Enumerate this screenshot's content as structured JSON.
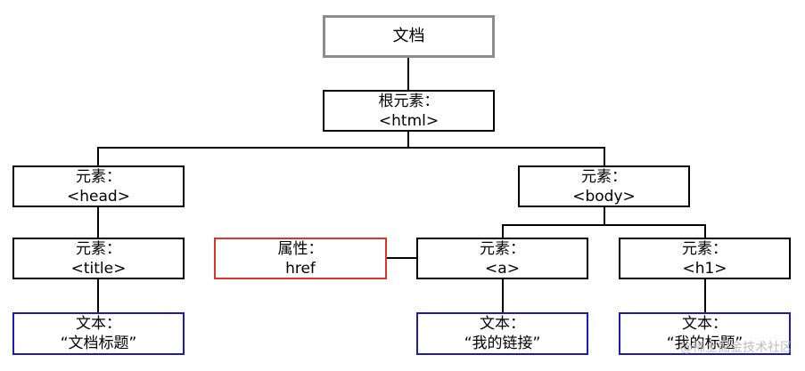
{
  "tree": {
    "document": {
      "label": "文档"
    },
    "root_element": {
      "line1": "根元素：",
      "line2": "<html>"
    },
    "head": {
      "line1": "元素：",
      "line2": "<head>"
    },
    "body": {
      "line1": "元素：",
      "line2": "<body>"
    },
    "title": {
      "line1": "元素：",
      "line2": "<title>"
    },
    "attribute": {
      "line1": "属性：",
      "line2": "href"
    },
    "a": {
      "line1": "元素：",
      "line2": "<a>"
    },
    "h1": {
      "line1": "元素：",
      "line2": "<h1>"
    },
    "title_text": {
      "line1": "文本：",
      "line2": "“文档标题”"
    },
    "link_text": {
      "line1": "文本：",
      "line2": "“我的链接”"
    },
    "h1_text": {
      "line1": "文本：",
      "line2": "“我的标题”"
    }
  },
  "colors": {
    "root_border": "#8c8c8c",
    "element_border": "#000000",
    "attribute_border": "#e0332d",
    "text_border": "#1c1cb5"
  },
  "watermark": "@稀土掘金技术社区"
}
